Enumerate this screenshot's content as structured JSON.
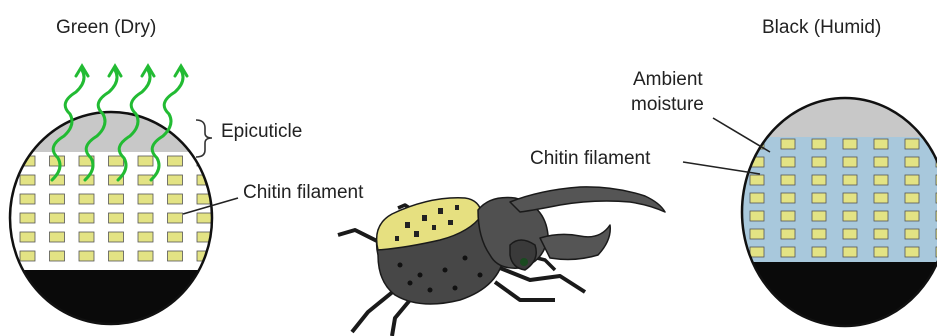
{
  "left_panel": {
    "title": "Green (Dry)",
    "epicuticle_label": "Epicuticle",
    "chitin_label": "Chitin filament"
  },
  "right_panel": {
    "title": "Black (Humid)",
    "moisture_label_line1": "Ambient",
    "moisture_label_line2": "moisture",
    "chitin_label": "Chitin filament"
  },
  "colors": {
    "filament": "#e3e384",
    "filament_outline": "#555555",
    "epicuticle": "#c8c8c8",
    "ambient_moisture": "#a8c8dc",
    "black_base": "#0a0a0a",
    "evaporation_arrows": "#22bb33",
    "beetle_body": "#4a4a4a",
    "beetle_elytra_dry": "#e6e080"
  },
  "icons": [
    "evaporation-arrow-icon",
    "beetle-illustration"
  ]
}
